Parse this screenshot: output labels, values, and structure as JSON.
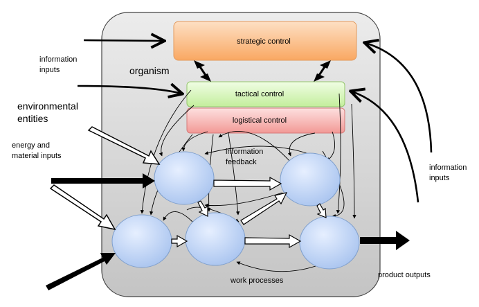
{
  "organism_label": "organism",
  "boxes": {
    "strategic": "strategic control",
    "tactical": "tactical control",
    "logistical": "logistical control"
  },
  "labels": {
    "information_inputs_left": [
      "information",
      "inputs"
    ],
    "environmental_entities": [
      "environmental",
      "entities"
    ],
    "energy_material_inputs": [
      "energy and",
      "material inputs"
    ],
    "information_feedback": [
      "information",
      "feedback"
    ],
    "information_inputs_right": [
      "information",
      "inputs"
    ],
    "work_processes": "work processes",
    "product_outputs": "product outputs"
  },
  "colors": {
    "organism_fill": "#d4d4d4",
    "strategic_fill": "#fbbf8e",
    "tactical_fill": "#d2f5b4",
    "logistical_fill": "#f7b3b0",
    "node_fill": "#b8cff4",
    "node_stroke": "#7f9fcc"
  }
}
